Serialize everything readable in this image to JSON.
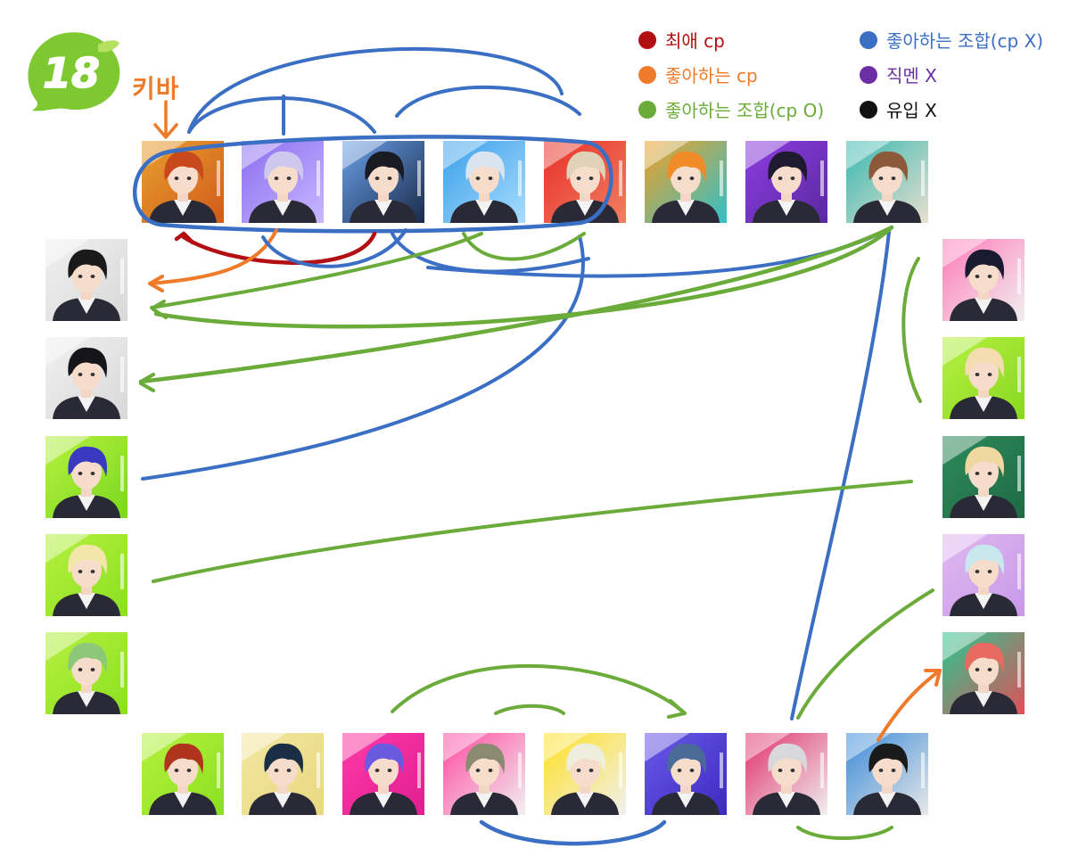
{
  "logo": {
    "text": "18",
    "color": "#7ec832"
  },
  "annotation": {
    "text": "키바",
    "color": "#ee7a2a"
  },
  "legend": [
    {
      "label": "최애 cp",
      "color": "#b30f12"
    },
    {
      "label": "좋아하는 cp",
      "color": "#ee7a2a"
    },
    {
      "label": "좋아하는 조합(cp O)",
      "color": "#6aab3a"
    },
    {
      "label": "좋아하는 조합(cp X)",
      "color": "#3a6fc4"
    },
    {
      "label": "직멘 X",
      "color": "#6b2fa3"
    },
    {
      "label": "유입 X",
      "color": "#111111"
    }
  ],
  "colors": {
    "favorite_cp": "#b30f12",
    "liked_cp": "#ee7a2a",
    "combo_cp_o": "#6aab3a",
    "combo_cp_x": "#3a6fc4"
  },
  "portraits": {
    "top": [
      {
        "bg": [
          "#e8a030",
          "#d05a1a"
        ],
        "hair": "#c8491c"
      },
      {
        "bg": [
          "#8c6cf0",
          "#c8b8ff"
        ],
        "hair": "#cfc8ee"
      },
      {
        "bg": [
          "#6aa0e8",
          "#1a2a48"
        ],
        "hair": "#1a1a22"
      },
      {
        "bg": [
          "#3aa0e8",
          "#a8dcff"
        ],
        "hair": "#d8e4f0"
      },
      {
        "bg": [
          "#e8302a",
          "#f08060"
        ],
        "hair": "#e0d2b8"
      },
      {
        "bg": [
          "#f0a028",
          "#30c0c8"
        ],
        "hair": "#f08c28"
      },
      {
        "bg": [
          "#8c3ce0",
          "#5a2aa0"
        ],
        "hair": "#1e1a30"
      },
      {
        "bg": [
          "#38b8b0",
          "#e8e0d0"
        ],
        "hair": "#8c5a3a"
      }
    ],
    "left": [
      {
        "bg": [
          "#f0f0f0",
          "#d8d8d8"
        ],
        "hair": "#1a1a1a"
      },
      {
        "bg": [
          "#f0f0f0",
          "#d8d8d8"
        ],
        "hair": "#16161a"
      },
      {
        "bg": [
          "#b6f040",
          "#7ad81e"
        ],
        "hair": "#3a3ac0"
      },
      {
        "bg": [
          "#b6f040",
          "#8ae020"
        ],
        "hair": "#f2e6a8"
      },
      {
        "bg": [
          "#b6f040",
          "#8ae020"
        ],
        "hair": "#8cc878"
      }
    ],
    "right": [
      {
        "bg": [
          "#ff7ab8",
          "#f0f0f0"
        ],
        "hair": "#1a1a30"
      },
      {
        "bg": [
          "#b6f040",
          "#88d820"
        ],
        "hair": "#f2dcb0"
      },
      {
        "bg": [
          "#2e8a5a",
          "#1e6a44"
        ],
        "hair": "#eed8a0"
      },
      {
        "bg": [
          "#e0b8f0",
          "#c898e8"
        ],
        "hair": "#c8e8ee"
      },
      {
        "bg": [
          "#28c890",
          "#e05058"
        ],
        "hair": "#e86a60"
      }
    ],
    "bottom": [
      {
        "bg": [
          "#b6f040",
          "#8ae020"
        ],
        "hair": "#b0341c"
      },
      {
        "bg": [
          "#f2e6a0",
          "#e8d880"
        ],
        "hair": "#1a2e44"
      },
      {
        "bg": [
          "#ff3aa8",
          "#e01e90"
        ],
        "hair": "#6a5ae0"
      },
      {
        "bg": [
          "#ff4aa0",
          "#f0f0f0"
        ],
        "hair": "#8a8a70"
      },
      {
        "bg": [
          "#ffe020",
          "#f0f0f0"
        ],
        "hair": "#eeeede"
      },
      {
        "bg": [
          "#6a5ae8",
          "#3a2ac0"
        ],
        "hair": "#4a6a98"
      },
      {
        "bg": [
          "#e0306a",
          "#f0f0f0"
        ],
        "hair": "#d8d8dc"
      },
      {
        "bg": [
          "#3a8ad8",
          "#e8e8e8"
        ],
        "hair": "#1a1a1a"
      }
    ]
  }
}
